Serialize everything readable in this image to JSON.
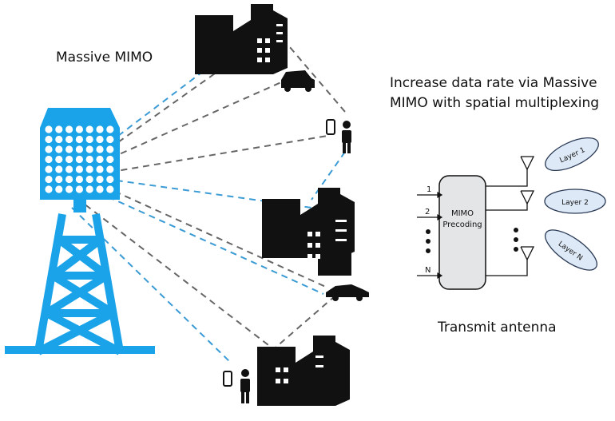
{
  "labels": {
    "massive_mimo": "Massive MIMO",
    "headline_line1": "Increase data rate via Massive",
    "headline_line2": "MIMO with spatial multiplexing",
    "transmit_antenna": "Transmit antenna"
  },
  "precoder": {
    "title_line1": "MIMO",
    "title_line2": "Precoding",
    "inputs": [
      "1",
      "2",
      "N"
    ],
    "layers": [
      "Layer 1",
      "Layer 2",
      "Layer N"
    ]
  },
  "colors": {
    "tower": "#1aa3e8",
    "building": "#111111",
    "blue_link": "#3a9bd5",
    "gray_link": "#666666",
    "precoder_fill": "#e4e5e7",
    "layer_fill": "#dde9f6",
    "layer_stroke": "#2b3a55"
  },
  "icons": [
    "cell-tower-icon",
    "building-icon",
    "car-icon",
    "person-icon",
    "smartphone-icon",
    "antenna-icon"
  ]
}
